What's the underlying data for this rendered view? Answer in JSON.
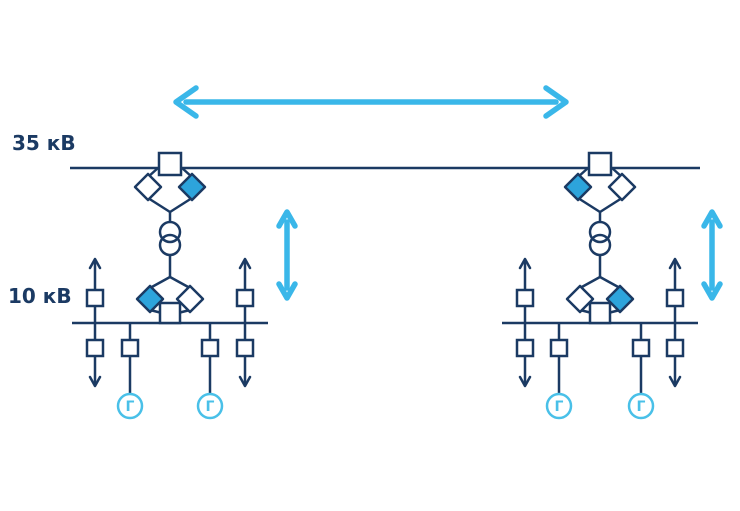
{
  "diagram": {
    "voltage_labels": {
      "upper": "35 кВ",
      "lower": "10 кВ"
    },
    "generator_label": "Г",
    "colors": {
      "navy": "#1b3a63",
      "cyan": "#3ab7e9",
      "diamond_fill": "#2da4dc",
      "gen_cyan": "#49c0e8",
      "background": "#ffffff"
    }
  }
}
